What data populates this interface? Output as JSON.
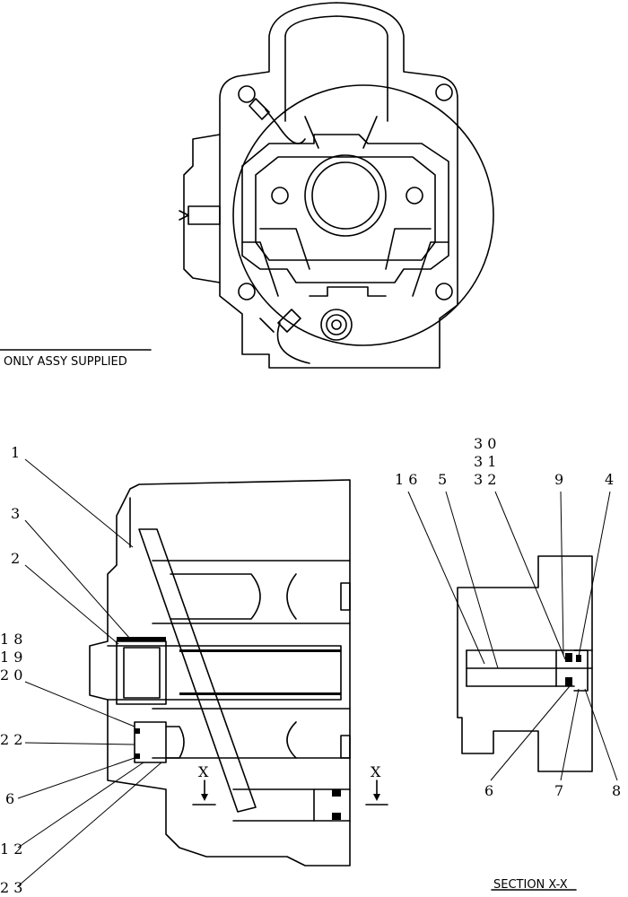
{
  "notice": "ONLY ASSY SUPPLIED",
  "section_title": "SECTION  X-X",
  "section_marker": "X",
  "labels_left": [
    "1",
    "3",
    "2",
    "1 8",
    "1 9",
    "2 0",
    "2 2",
    "6",
    "1 2",
    "2 3"
  ],
  "labels_right_top": [
    "3 0",
    "3 1",
    "3 2",
    "1 6",
    "5",
    "9",
    "4"
  ],
  "labels_right_bottom": [
    "6",
    "7",
    "8"
  ]
}
